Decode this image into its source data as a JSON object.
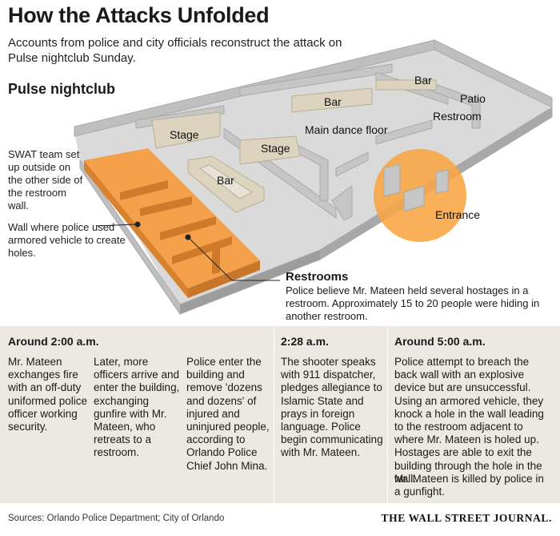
{
  "header": {
    "title": "How the Attacks Unfolded",
    "subtitle": "Accounts from police and city officials reconstruct the attack on Pulse nightclub Sunday."
  },
  "map": {
    "title": "Pulse nightclub",
    "labels": {
      "bar_top": "Bar",
      "bar_mid": "Bar",
      "bar_left": "Bar",
      "patio": "Patio",
      "restroom": "Restroom",
      "stage_left": "Stage",
      "stage_mid": "Stage",
      "main_dance_floor": "Main dance floor",
      "entrance": "Entrance"
    },
    "notes": {
      "swat": "SWAT team set up outside on the other side of the restroom wall.",
      "wall": "Wall where police used armored vehicle to create holes."
    },
    "restrooms": {
      "heading": "Restrooms",
      "description": "Police believe Mr. Mateen held several hostages in a restroom. Approximately 15 to 20 people were hiding in another restroom."
    },
    "colors": {
      "highlight_orange": "#f5a04a",
      "entrance_circle": "#f9a541",
      "wall_gray": "#bdbdbd",
      "floor_gray": "#d5d5d5",
      "bar_tan": "#dcd3bf",
      "timeline_bg": "#ece9e3"
    }
  },
  "timeline": {
    "times": [
      "Around 2:00 a.m.",
      "2:28 a.m.",
      "Around 5:00 a.m."
    ],
    "events": [
      "Mr. Mateen exchanges fire with an off-duty uniformed police officer working security.",
      "Later, more officers arrive and enter the building, exchanging gunfire with Mr. Mateen, who retreats to a restroom.",
      "Police enter the building and remove 'dozens and dozens' of injured and uninjured people, according to Orlando Police Chief John Mina.",
      "The shooter speaks with 911 dispatcher, pledges allegiance to Islamic State and prays in foreign language. Police begin communicating with Mr. Mateen.",
      "Police attempt to breach the back wall with an explosive device but are unsuccessful. Using an armored vehicle, they knock a hole in the wall leading to the restroom adjacent to where Mr. Mateen is holed up. Hostages are able to exit the building through the hole in the wall.",
      "Mr. Mateen is killed by police in a gunfight."
    ]
  },
  "footer": {
    "sources": "Sources: Orlando Police Department; City of Orlando",
    "credit": "THE WALL STREET JOURNAL."
  }
}
